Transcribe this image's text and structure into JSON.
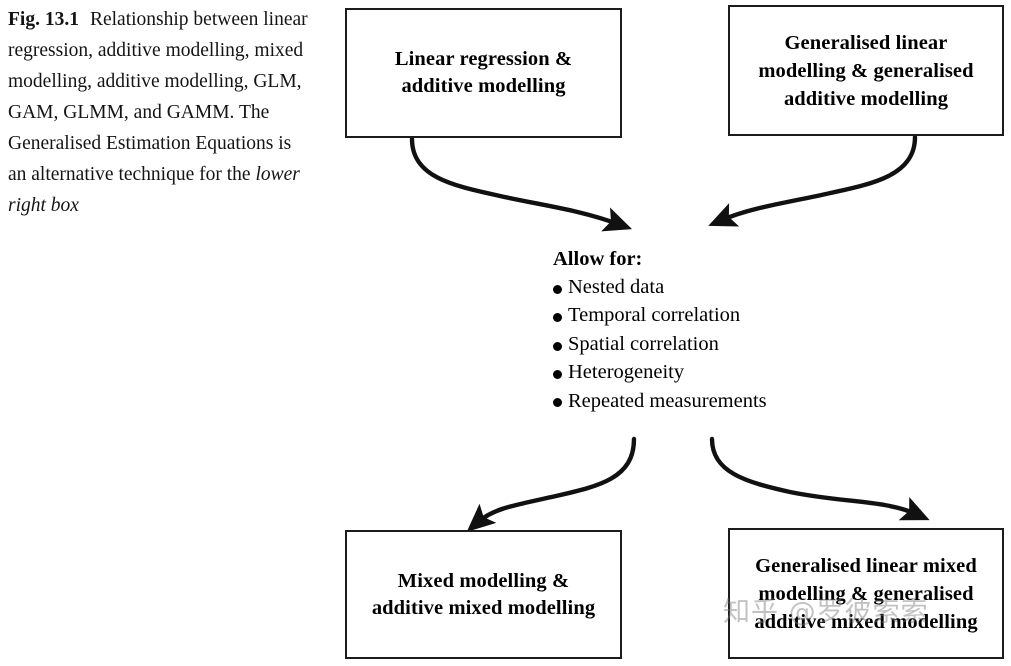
{
  "caption": {
    "figure_label": "Fig. 13.1",
    "text": "Relationship between linear regression, additive modelling, mixed modelling, additive modelling, GLM, GAM, GLMM, and GAMM. The Generalised Estimation Equations is an alternative technique for the ",
    "italic_tail": "lower right box"
  },
  "diagram": {
    "boxes": {
      "top_left": "Linear regression &\nadditive modelling",
      "top_right": "Generalised linear\nmodelling & generalised\nadditive modelling",
      "bottom_left": "Mixed modelling &\nadditive mixed modelling",
      "bottom_right": "Generalised linear mixed\nmodelling & generalised\nadditive mixed modelling"
    },
    "allow_for": {
      "title": "Allow for:",
      "items": [
        "Nested data",
        "Temporal correlation",
        "Spatial correlation",
        "Heterogeneity",
        "Repeated measurements"
      ]
    },
    "arrows": [
      {
        "name": "arrow-top-left-to-center",
        "from": "top_left",
        "to": "allow_for"
      },
      {
        "name": "arrow-top-right-to-center",
        "from": "top_right",
        "to": "allow_for"
      },
      {
        "name": "arrow-center-to-bottom-left",
        "from": "allow_for",
        "to": "bottom_left"
      },
      {
        "name": "arrow-center-to-bottom-right",
        "from": "allow_for",
        "to": "bottom_right"
      }
    ],
    "colors": {
      "stroke": "#1c1c1c",
      "text": "#000000",
      "background": "#ffffff"
    }
  },
  "watermark": {
    "text": "知乎 @罗彼索索"
  }
}
